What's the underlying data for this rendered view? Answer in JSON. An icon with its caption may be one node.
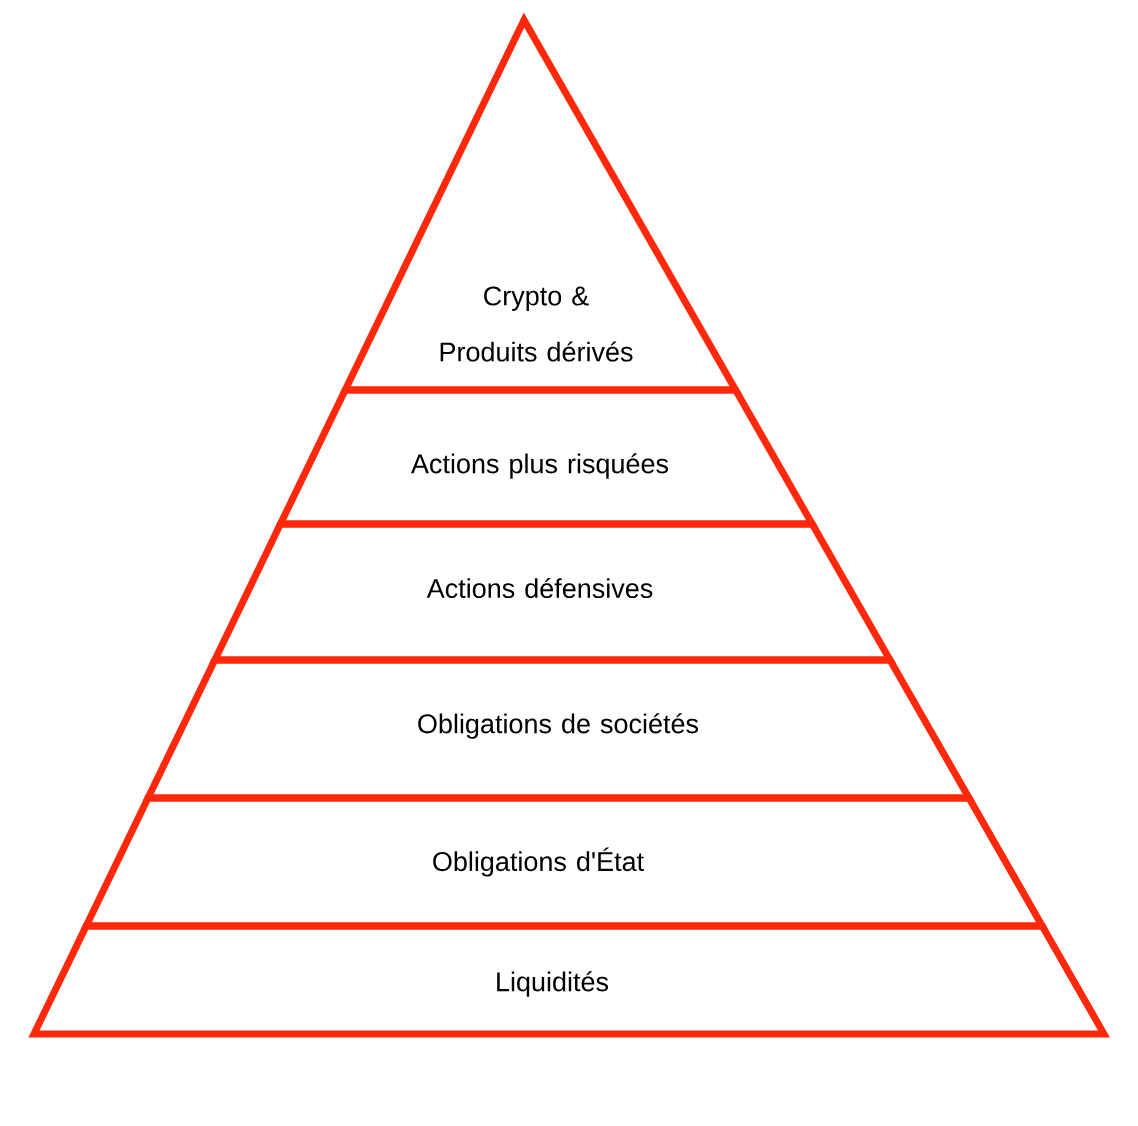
{
  "diagram": {
    "nodes": [
      {
        "text": [
          "Crypto & Produits dérivés"
        ]
      },
      {
        "text": [
          "Actions plus risquées"
        ]
      },
      {
        "text": [
          "Actions défensives"
        ]
      },
      {
        "text": [
          "Obligations de sociétés"
        ]
      },
      {
        "text": [
          "Obligations d'État"
        ]
      },
      {
        "text": [
          "Liquidités"
        ]
      }
    ]
  }
}
